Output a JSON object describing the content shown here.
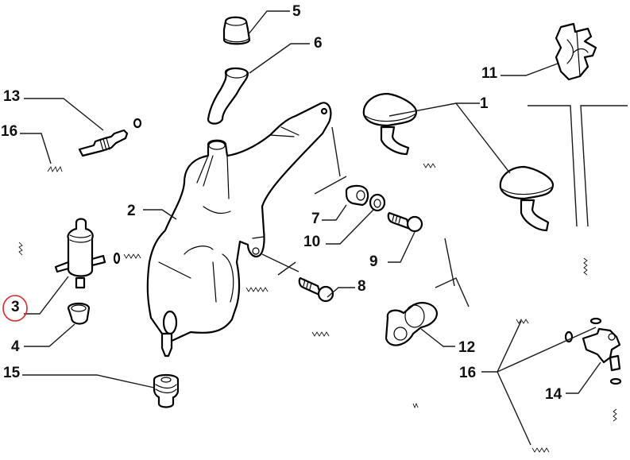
{
  "diagram": {
    "type": "exploded-parts-diagram",
    "subject": "windshield washer system",
    "highlighted_part": "3",
    "highlight_color": "#d22b2b",
    "line_color": "#000000",
    "background_color": "#ffffff"
  },
  "callouts": [
    {
      "id": "c1",
      "label": "1",
      "part": "washer-nozzle",
      "count": 2
    },
    {
      "id": "c2",
      "label": "2",
      "part": "washer-reservoir"
    },
    {
      "id": "c3",
      "label": "3",
      "part": "washer-pump",
      "highlighted": true
    },
    {
      "id": "c4",
      "label": "4",
      "part": "pump-grommet"
    },
    {
      "id": "c5",
      "label": "5",
      "part": "filler-cap"
    },
    {
      "id": "c6",
      "label": "6",
      "part": "filler-neck"
    },
    {
      "id": "c7",
      "label": "7",
      "part": "bushing"
    },
    {
      "id": "c8",
      "label": "8",
      "part": "bolt"
    },
    {
      "id": "c9",
      "label": "9",
      "part": "bolt"
    },
    {
      "id": "c10",
      "label": "10",
      "part": "washer"
    },
    {
      "id": "c11",
      "label": "11",
      "part": "hose-clip"
    },
    {
      "id": "c12",
      "label": "12",
      "part": "hose-clamp"
    },
    {
      "id": "c13",
      "label": "13",
      "part": "check-valve-connector"
    },
    {
      "id": "c14",
      "label": "14",
      "part": "t-connector-valve"
    },
    {
      "id": "c15",
      "label": "15",
      "part": "level-sensor-grommet"
    },
    {
      "id": "c16a",
      "label": "16",
      "part": "washer-hose"
    },
    {
      "id": "c16b",
      "label": "16",
      "part": "washer-hose"
    }
  ]
}
